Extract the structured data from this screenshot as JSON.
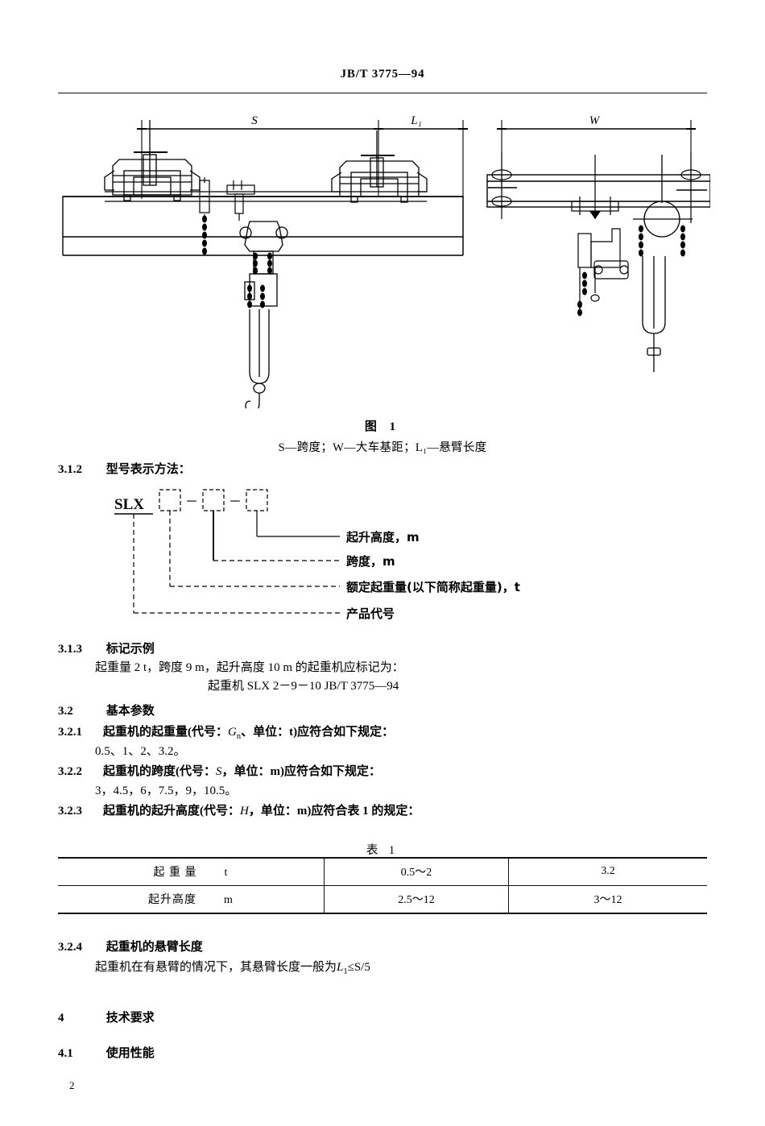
{
  "header": {
    "standard_no": "JB/T 3775—94"
  },
  "figure": {
    "caption": "图 1",
    "legend": "S—跨度；W—大车基距；L₁—悬臂长度",
    "dim_s": "S",
    "dim_l1": "L",
    "dim_l1_sub": "1",
    "dim_w": "W"
  },
  "clauses": {
    "c312": {
      "num": "3.1.2",
      "title": "型号表示方法："
    },
    "c313": {
      "num": "3.1.3",
      "title": "标记示例",
      "line1": "起重量 2 t，跨度 9 m，起升高度 10 m 的起重机应标记为：",
      "line2": "起重机 SLX 2－9－10   JB/T 3775—94"
    },
    "c32": {
      "num": "3.2",
      "title": "基本参数"
    },
    "c321": {
      "num": "3.2.1",
      "title_pre": "起重机的起重量(代号：",
      "symbol": "G",
      "symbol_sub": "n",
      "title_post": "、单位：t)应符合如下规定：",
      "values": "0.5、1、2、3.2。"
    },
    "c322": {
      "num": "3.2.2",
      "title_pre": "起重机的跨度(代号：",
      "symbol": "S",
      "title_post": "，单位：m)应符合如下规定：",
      "values": "3，4.5，6，7.5，9，10.5。"
    },
    "c323": {
      "num": "3.2.3",
      "title_pre": "起重机的起升高度(代号：",
      "symbol": "H",
      "title_post": "，单位：m)应符合表 1 的规定："
    },
    "c324": {
      "num": "3.2.4",
      "title": "起重机的悬臂长度",
      "line1_pre": "起重机在有悬臂的情况下，其悬臂长度一般为",
      "line1_sym": "L",
      "line1_sub": "1",
      "line1_post": "≤S/5"
    },
    "c4": {
      "num": "4",
      "title": "技术要求"
    },
    "c41": {
      "num": "4.1",
      "title": "使用性能"
    }
  },
  "model_diagram": {
    "prefix": "SLX",
    "separator": "－",
    "labels": [
      "起升高度，m",
      "跨度，m",
      "额定起重量(以下简称起重量)，t",
      "产品代号"
    ]
  },
  "table1": {
    "caption": "表 1",
    "rows": [
      {
        "label": "起 重 量",
        "unit": "t",
        "col2": "0.5～2",
        "col3": "3.2"
      },
      {
        "label": "起升高度",
        "unit": "m",
        "col2": "2.5～12",
        "col3": "3～12"
      }
    ]
  },
  "footer": {
    "page_number": "2"
  }
}
